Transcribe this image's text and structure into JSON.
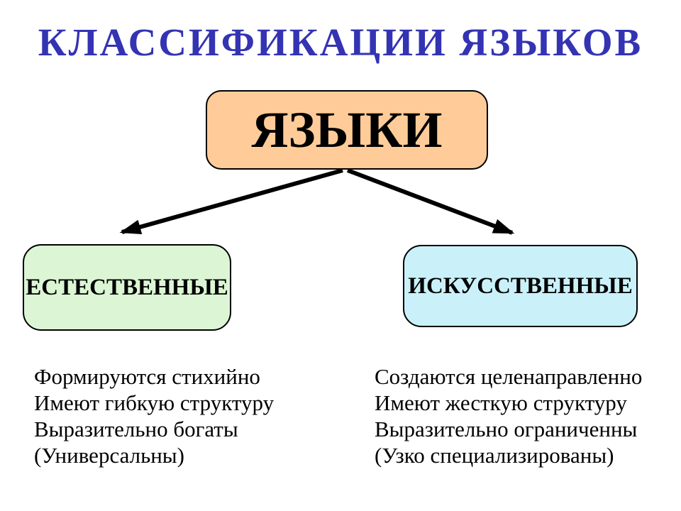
{
  "title": "КЛАССИФИКАЦИИ ЯЗЫКОВ",
  "root_node": {
    "label": "ЯЗЫКИ",
    "fill": "#FFCC99"
  },
  "branches": [
    {
      "id": "natural",
      "label": "ЕСТЕСТВЕННЫЕ",
      "fill": "#DCF6D5",
      "features": [
        "Формируются стихийно",
        "Имеют гибкую структуру",
        "Выразительно богаты",
        "(Универсальны)"
      ]
    },
    {
      "id": "artificial",
      "label": "ИСКУССТВЕННЫЕ",
      "fill": "#CAF1F9",
      "features": [
        "Создаются целенаправленно",
        "Имеют жесткую структуру",
        "Выразительно ограниченны",
        "(Узко специализированы)"
      ]
    }
  ],
  "colors": {
    "title": "#3333B3",
    "arrow": "#000000",
    "node_border": "#000000",
    "background": "#FFFFFF"
  }
}
